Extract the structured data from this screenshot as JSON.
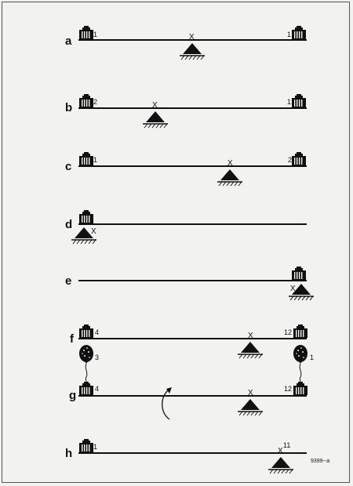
{
  "rows": [
    {
      "letter": "a",
      "left_label": "1",
      "right_label": "1",
      "fulcrum_label": "X"
    },
    {
      "letter": "b",
      "left_label": "2",
      "right_label": "1",
      "fulcrum_label": "X"
    },
    {
      "letter": "c",
      "left_label": "1",
      "right_label": "2",
      "fulcrum_label": "X"
    },
    {
      "letter": "d",
      "fulcrum_label": "X"
    },
    {
      "letter": "e",
      "fulcrum_label": "X"
    },
    {
      "letter": "f",
      "left_label": "4",
      "right_label": "12",
      "fulcrum_label": "X",
      "left_balloon_label": "3",
      "right_balloon_label": "1"
    },
    {
      "letter": "g",
      "left_label": "4",
      "right_label": "12",
      "fulcrum_label": "X"
    },
    {
      "letter": "h",
      "left_label": "1",
      "right_label": "11",
      "fulcrum_label": "X"
    }
  ],
  "figure_code": "9399--a",
  "colors": {
    "ink": "#111111",
    "paper": "#f2f2f0"
  },
  "icons": [
    "weight-icon",
    "fulcrum-icon",
    "balloon-icon",
    "rotation-arrow-icon"
  ]
}
